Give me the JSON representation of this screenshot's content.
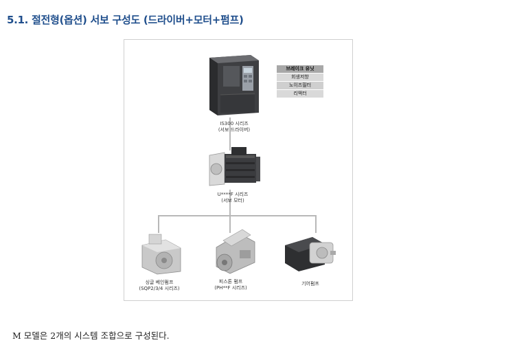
{
  "section_title": "5.1. 절전형(옵션) 서보 구성도 (드라이버+모터+펌프)",
  "drive": {
    "line1": "IS300 시리즈",
    "line2": "(서보 드라이버)"
  },
  "options": {
    "header": "브레이크 유닛",
    "items": [
      "회생저항",
      "노이즈필터",
      "리액터"
    ]
  },
  "motor": {
    "line1": "U****F 시리즈",
    "line2": "(서보 모터)"
  },
  "pumps": [
    {
      "line1": "싱글 베인펌프",
      "line2": "(SQP2/3/4 시리즈)"
    },
    {
      "line1": "피스톤 펌프",
      "line2": "(PH**F 시리즈)"
    },
    {
      "line1": "기어펌프",
      "line2": ""
    }
  ],
  "caption": "M 모델은 2개의 시스템 조합으로 구성된다."
}
